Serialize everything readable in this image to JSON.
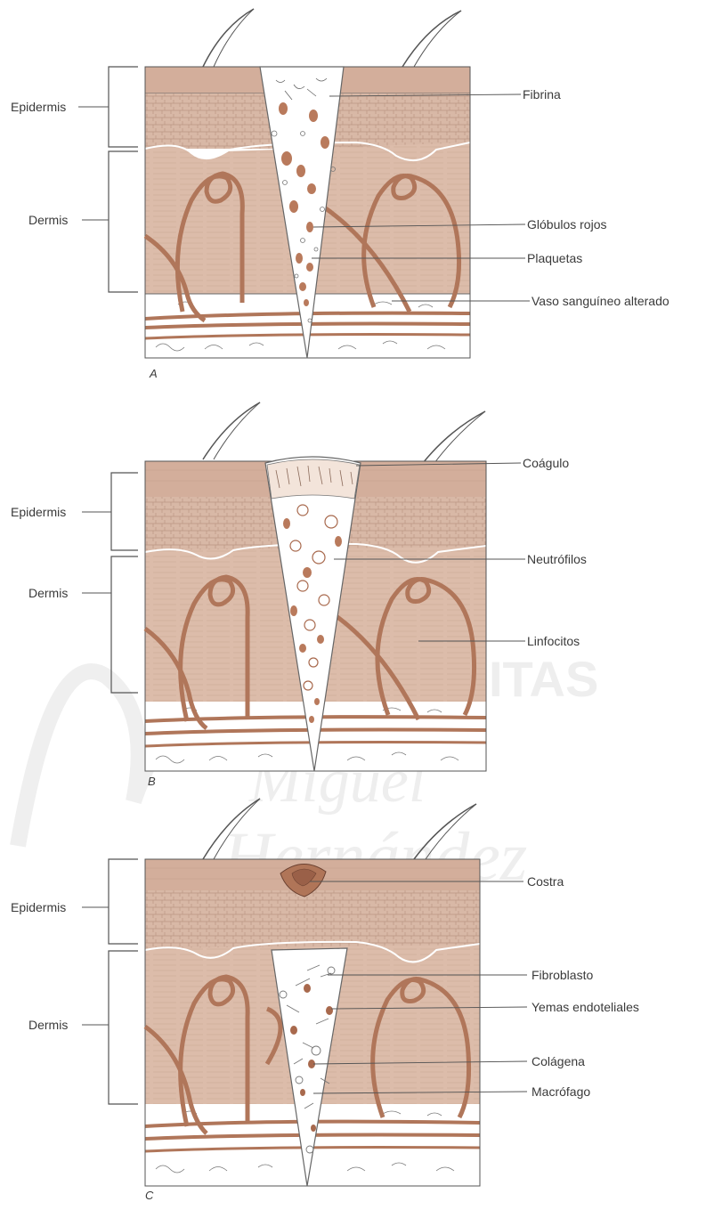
{
  "panels": [
    {
      "letter": "A",
      "left_labels": [
        "Epidermis",
        "Dermis"
      ],
      "right_labels": [
        "Fibrina",
        "Glóbulos rojos",
        "Plaquetas",
        "Vaso sanguíneo alterado"
      ]
    },
    {
      "letter": "B",
      "left_labels": [
        "Epidermis",
        "Dermis"
      ],
      "right_labels": [
        "Coágulo",
        "Neutrófilos",
        "Linfocitos"
      ]
    },
    {
      "letter": "C",
      "left_labels": [
        "Epidermis",
        "Dermis"
      ],
      "right_labels": [
        "Costra",
        "Fibroblasto",
        "Yemas endoteliales",
        "Colágena",
        "Macrófago"
      ]
    }
  ],
  "watermark": {
    "word1": "UNIVERSITAS",
    "word2": "Miguel",
    "word3": "Hernández"
  },
  "colors": {
    "skin": "#d8b8a6",
    "epidermis_cells": "#cba592",
    "vessel": "#b0765a",
    "wound_fill": "#ffffff",
    "cells": "#a8694d",
    "line": "#555555"
  }
}
